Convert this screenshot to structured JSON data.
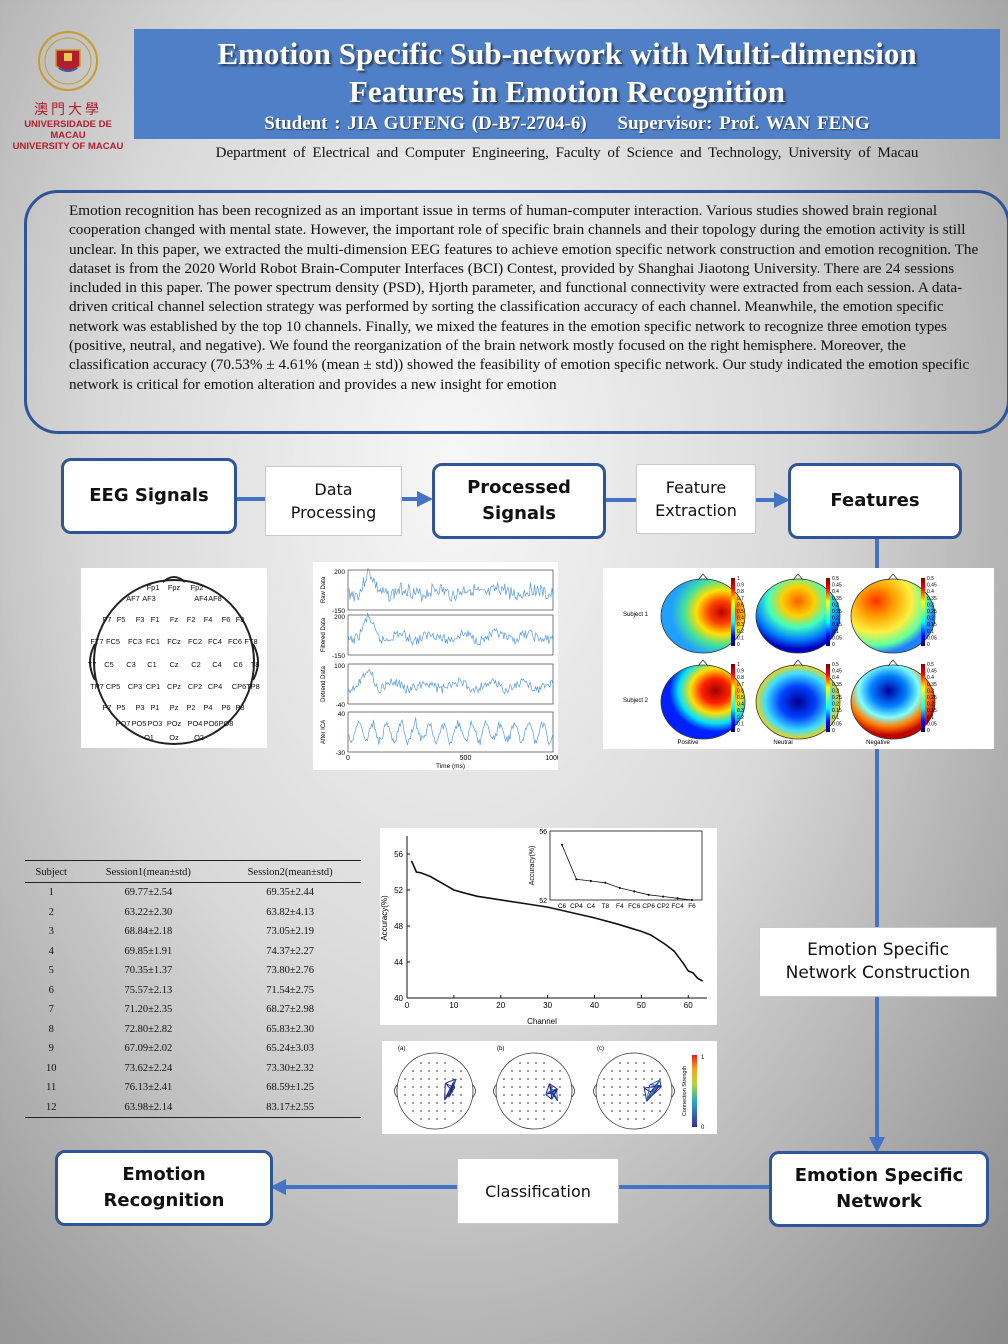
{
  "header": {
    "logo": {
      "cn": "澳門大學",
      "pt": "UNIVERSIDADE DE MACAU",
      "en": "UNIVERSITY OF MACAU"
    },
    "title_line1": "Emotion Specific Sub-network with Multi-dimension",
    "title_line2": "Features in Emotion Recognition",
    "student": "Student : JIA GUFENG (D-B7-2704-6)",
    "supervisor": "Supervisor: Prof. WAN FENG",
    "department": "Department of Electrical and Computer Engineering, Faculty of Science and Technology, University of Macau"
  },
  "abstract": "Emotion recognition has been recognized as an important issue in terms of human-computer interaction. Various studies showed brain regional cooperation changed with mental state. However, the important role of specific brain channels and their topology during the emotion activity is still unclear. In this paper, we extracted the multi-dimension EEG features to achieve emotion specific network construction and emotion recognition. The dataset is from the 2020 World Robot Brain-Computer Interfaces (BCI) Contest, provided by Shanghai Jiaotong University. There are 24 sessions included in this paper. The power spectrum density (PSD), Hjorth parameter, and functional connectivity were extracted from each session. A data-driven critical channel selection strategy was performed by sorting the classification accuracy of each channel. Meanwhile, the emotion specific network was established by the top 10 channels. Finally, we mixed the features in the emotion specific network to recognize three emotion types (positive, neutral, and negative). We found the reorganization of the brain network mostly focused on the right hemisphere. Moreover, the classification accuracy (70.53% ± 4.61% (mean ± std)) showed the feasibility of emotion specific network. Our study indicated the emotion specific network is critical for emotion alteration and provides a new insight for emotion",
  "flow": {
    "eeg_signals": "EEG Signals",
    "data_processing_1": "Data",
    "data_processing_2": "Processing",
    "processed_1": "Processed",
    "processed_2": "Signals",
    "feature_extraction_1": "Feature",
    "feature_extraction_2": "Extraction",
    "features": "Features",
    "network_construction_1": "Emotion Specific",
    "network_construction_2": "Network Construction",
    "specific_network_1": "Emotion Specific",
    "specific_network_2": "Network",
    "classification": "Classification",
    "recognition_1": "Emotion",
    "recognition_2": "Recognition"
  },
  "electrodes": [
    {
      "l": "Fp1"
    },
    {
      "l": "Fpz"
    },
    {
      "l": "Fp2"
    },
    {
      "l": "AF7"
    },
    {
      "l": "AF3"
    },
    {
      "l": "AF4"
    },
    {
      "l": "AF8"
    },
    {
      "l": "F7"
    },
    {
      "l": "F5"
    },
    {
      "l": "F3"
    },
    {
      "l": "F1"
    },
    {
      "l": "Fz"
    },
    {
      "l": "F2"
    },
    {
      "l": "F4"
    },
    {
      "l": "F6"
    },
    {
      "l": "F8"
    },
    {
      "l": "FT7"
    },
    {
      "l": "FC5"
    },
    {
      "l": "FC3"
    },
    {
      "l": "FC1"
    },
    {
      "l": "FCz"
    },
    {
      "l": "FC2"
    },
    {
      "l": "FC4"
    },
    {
      "l": "FC6"
    },
    {
      "l": "FT8"
    },
    {
      "l": "T7"
    },
    {
      "l": "C5"
    },
    {
      "l": "C3"
    },
    {
      "l": "C1"
    },
    {
      "l": "Cz"
    },
    {
      "l": "C2"
    },
    {
      "l": "C4"
    },
    {
      "l": "C6"
    },
    {
      "l": "T8"
    },
    {
      "l": "TP7"
    },
    {
      "l": "CP5"
    },
    {
      "l": "CP3"
    },
    {
      "l": "CP1"
    },
    {
      "l": "CPz"
    },
    {
      "l": "CP2"
    },
    {
      "l": "CP4"
    },
    {
      "l": "CP6"
    },
    {
      "l": "TP8"
    },
    {
      "l": "P7"
    },
    {
      "l": "P5"
    },
    {
      "l": "P3"
    },
    {
      "l": "P1"
    },
    {
      "l": "Pz"
    },
    {
      "l": "P2"
    },
    {
      "l": "P4"
    },
    {
      "l": "P6"
    },
    {
      "l": "P8"
    },
    {
      "l": "PO7"
    },
    {
      "l": "PO5"
    },
    {
      "l": "PO3"
    },
    {
      "l": "POz"
    },
    {
      "l": "PO4"
    },
    {
      "l": "PO6"
    },
    {
      "l": "PO8"
    },
    {
      "l": "O1"
    },
    {
      "l": "Oz"
    },
    {
      "l": "O2"
    }
  ],
  "signals": {
    "panels": [
      {
        "ylabel": "Raw Data",
        "ymax": "200",
        "ymin": "-150"
      },
      {
        "ylabel": "Filtered Data",
        "ymax": "200",
        "ymin": "-150"
      },
      {
        "ylabel": "Detrend Data",
        "ymax": "100",
        "ymin": "-40"
      },
      {
        "ylabel": "After ICA",
        "ymax": "40",
        "ymin": "-30"
      }
    ],
    "xticks": [
      "0",
      "500",
      "1000"
    ],
    "xlabel": "Time (ms)"
  },
  "topomaps": {
    "rows": [
      "Subject 1",
      "Subject 2"
    ],
    "cols": [
      "Positive",
      "Neutral",
      "Negative"
    ],
    "colorbars": [
      [
        "1",
        "0.9",
        "0.8",
        "0.7",
        "0.6",
        "0.5",
        "0.4",
        "0.3",
        "0.2",
        "0.1",
        "0"
      ],
      [
        "0.5",
        "0.45",
        "0.4",
        "0.35",
        "0.3",
        "0.25",
        "0.2",
        "0.15",
        "0.1",
        "0.05",
        "0"
      ],
      [
        "0.5",
        "0.45",
        "0.4",
        "0.35",
        "0.3",
        "0.25",
        "0.2",
        "0.15",
        "0.1",
        "0.05",
        "0"
      ]
    ]
  },
  "table": {
    "headers": [
      "Subject",
      "Session1(mean±std)",
      "Session2(mean±std)"
    ],
    "rows": [
      [
        "1",
        "69.77±2.54",
        "69.35±2.44"
      ],
      [
        "2",
        "63.22±2.30",
        "63.82±4.13"
      ],
      [
        "3",
        "68.84±2.18",
        "73.05±2.19"
      ],
      [
        "4",
        "69.85±1.91",
        "74.37±2.27"
      ],
      [
        "5",
        "70.35±1.37",
        "73.80±2.76"
      ],
      [
        "6",
        "75.57±2.13",
        "71.54±2.75"
      ],
      [
        "7",
        "71.20±2.35",
        "68.27±2.98"
      ],
      [
        "8",
        "72.80±2.82",
        "65.83±2.30"
      ],
      [
        "9",
        "67.09±2.02",
        "65.24±3.03"
      ],
      [
        "10",
        "73.62±2.24",
        "73.30±2.32"
      ],
      [
        "11",
        "76.13±2.41",
        "68.59±1.25"
      ],
      [
        "12",
        "63.98±2.14",
        "83.17±2.55"
      ]
    ]
  },
  "chart_data": [
    {
      "type": "line",
      "xlabel": "Channel",
      "ylabel": "Accuracy(%)",
      "xlim": [
        0,
        64
      ],
      "ylim": [
        40,
        58
      ],
      "xticks": [
        0,
        10,
        20,
        30,
        40,
        50,
        60
      ],
      "yticks": [
        40,
        44,
        48,
        52,
        56
      ],
      "x": [
        1,
        2,
        3,
        5,
        8,
        10,
        12,
        15,
        20,
        25,
        30,
        35,
        40,
        45,
        50,
        52,
        55,
        57,
        59,
        60,
        61,
        62,
        63
      ],
      "values": [
        55.2,
        54.0,
        53.9,
        53.5,
        52.6,
        52.0,
        51.7,
        51.3,
        50.9,
        50.5,
        50.1,
        49.5,
        48.9,
        48.2,
        47.4,
        47.0,
        46.0,
        45.2,
        43.8,
        43.0,
        42.8,
        42.2,
        41.9
      ]
    },
    {
      "type": "line",
      "ylabel": "Accuracy(%)",
      "categories": [
        "C6",
        "CP4",
        "C4",
        "T8",
        "F4",
        "FC6",
        "CP6",
        "CP2",
        "FC4",
        "F6"
      ],
      "values": [
        55.2,
        53.2,
        53.1,
        53.0,
        52.7,
        52.5,
        52.3,
        52.2,
        52.1,
        52.0
      ],
      "ylim": [
        52,
        56
      ],
      "yticks": [
        52,
        56
      ]
    }
  ],
  "networks": {
    "panels": [
      "(a)",
      "(b)",
      "(c)"
    ],
    "colorbar_label": "Connection Strength",
    "colorbar_max": "1",
    "colorbar_min": "0"
  }
}
